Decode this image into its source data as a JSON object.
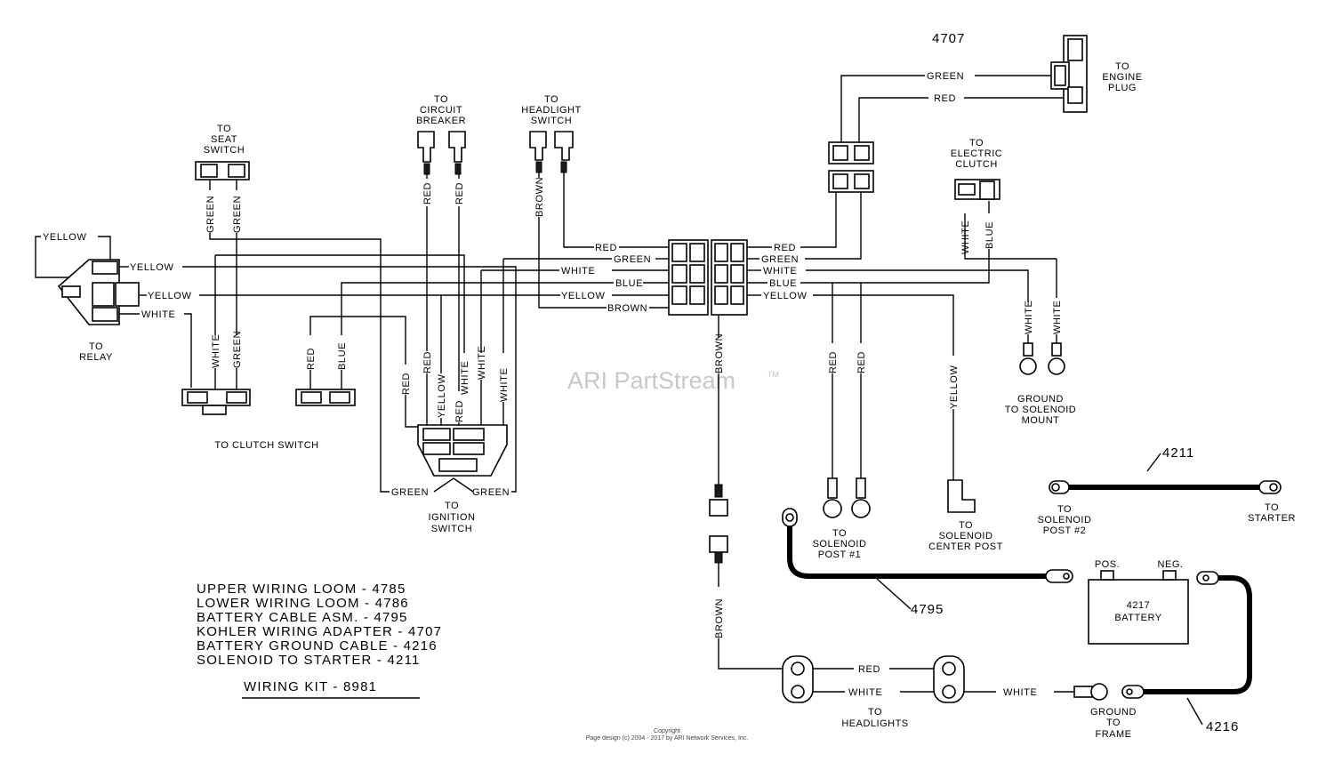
{
  "watermark": {
    "text": "ARI PartStream",
    "tm": "TM"
  },
  "footer": {
    "line1": "Copyright",
    "line2": "Page design (c) 2004 - 2017 by ARI Network Services, Inc."
  },
  "parts": {
    "adapter": "4707",
    "solenoid_cable": "4211",
    "battery_cable": "4795",
    "ground_cable": "4216",
    "battery_num": "4217",
    "battery_word": "BATTERY",
    "pos": "POS.",
    "neg": "NEG."
  },
  "legend": {
    "items": [
      "UPPER WIRING LOOM - 4785",
      "LOWER WIRING LOOM - 4786",
      "BATTERY CABLE ASM. - 4795",
      "KOHLER WIRING ADAPTER - 4707",
      "BATTERY GROUND CABLE - 4216",
      "SOLENOID TO STARTER - 4211"
    ],
    "kit": "WIRING KIT - 8981"
  },
  "dest": {
    "seat_switch": [
      "TO",
      "SEAT",
      "SWITCH"
    ],
    "circuit_breaker": [
      "TO",
      "CIRCUIT",
      "BREAKER"
    ],
    "headlight_switch": [
      "TO",
      "HEADLIGHT",
      "SWITCH"
    ],
    "engine_plug": [
      "TO",
      "ENGINE",
      "PLUG"
    ],
    "electric_clutch": [
      "TO",
      "ELECTRIC",
      "CLUTCH"
    ],
    "relay": [
      "TO",
      "RELAY"
    ],
    "clutch_switch": [
      "TO CLUTCH SWITCH"
    ],
    "ignition_switch": [
      "TO",
      "IGNITION",
      "SWITCH"
    ],
    "ground_solenoid_mount": [
      "GROUND",
      "TO SOLENOID",
      "MOUNT"
    ],
    "solenoid_post1": [
      "TO",
      "SOLENOID",
      "POST #1"
    ],
    "solenoid_center": [
      "TO",
      "SOLENOID",
      "CENTER POST"
    ],
    "solenoid_post2": [
      "TO",
      "SOLENOID",
      "POST #2"
    ],
    "starter": [
      "TO",
      "STARTER"
    ],
    "headlights": [
      "TO",
      "HEADLIGHTS"
    ],
    "ground_frame": [
      "GROUND",
      "TO",
      "FRAME"
    ]
  },
  "wires": {
    "yellow": "YELLOW",
    "white": "WHITE",
    "green": "GREEN",
    "red": "RED",
    "blue": "BLUE",
    "brown": "BROWN"
  }
}
